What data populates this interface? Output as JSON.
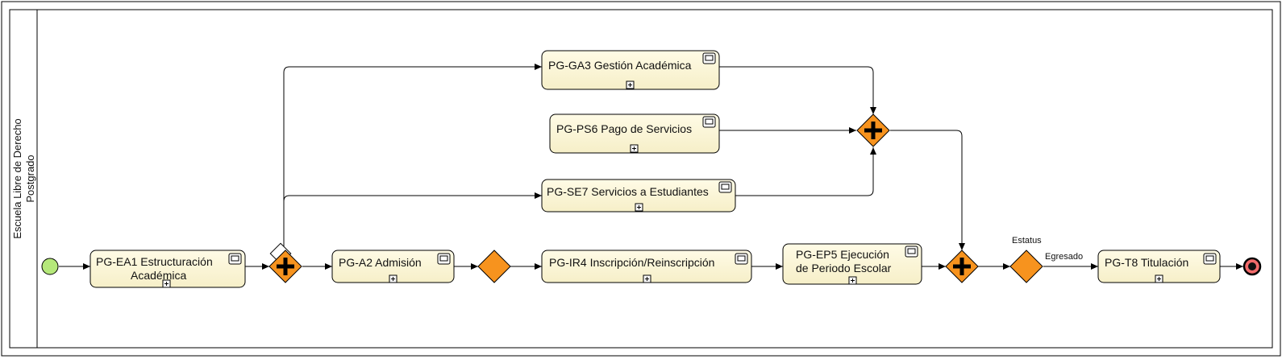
{
  "pool": {
    "label_line1": "Escuela Libre de Derecho",
    "label_line2": "Postgrado"
  },
  "tasks": {
    "ea1": {
      "line1": "PG-EA1 Estructuración",
      "line2": "Académica"
    },
    "a2": {
      "line1": "PG-A2 Admisión"
    },
    "ir4": {
      "line1": "PG-IR4 Inscripción/Reinscripción"
    },
    "ep5": {
      "line1": "PG-EP5 Ejecución",
      "line2": "de Periodo Escolar"
    },
    "ga3": {
      "line1": "PG-GA3 Gestión Académica"
    },
    "ps6": {
      "line1": "PG-PS6 Pago de Servicios"
    },
    "se7": {
      "line1": "PG-SE7 Servicios a Estudiantes"
    },
    "t8": {
      "line1": "PG-T8 Titulación"
    }
  },
  "gateways": {
    "status_label": "Estatus",
    "egresado_label": "Egresado"
  },
  "colors": {
    "task_fill": "#fdf8dc",
    "gateway_fill": "#f7931e",
    "start_fill": "#b5e87a",
    "end_fill": "#f26b6b"
  }
}
